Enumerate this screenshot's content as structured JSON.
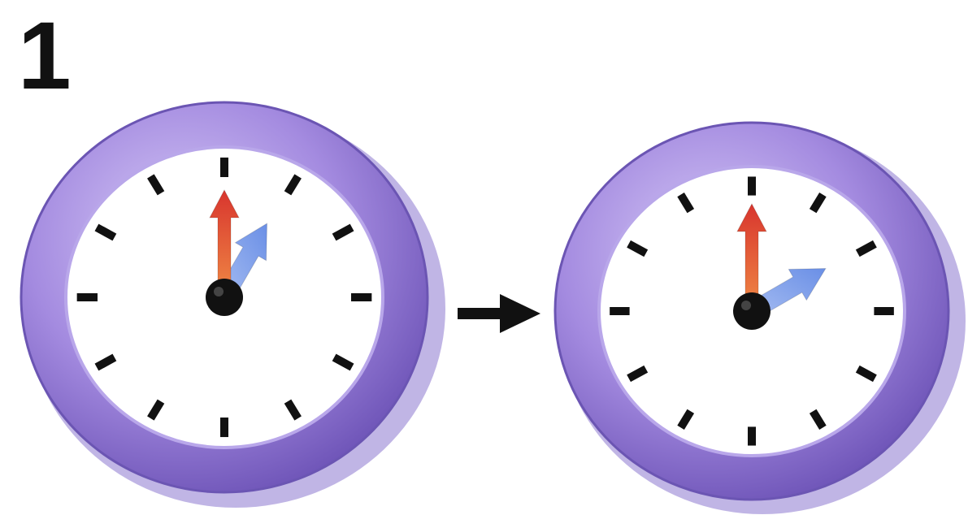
{
  "step": {
    "number": "1"
  },
  "colors": {
    "rim": "#9c84dc",
    "rim_dark": "#7258bd",
    "rim_light": "#c9b8f2",
    "face": "#ffffff",
    "tick": "#111111",
    "minute_hand": "#e0533f",
    "hour_hand": "#7fa2ec",
    "hub": "#111111",
    "arrow": "#111111"
  },
  "clocks": [
    {
      "name": "clock-before",
      "hour_hand_angle_deg": 30,
      "minute_hand_angle_deg": 0
    },
    {
      "name": "clock-after",
      "hour_hand_angle_deg": 60,
      "minute_hand_angle_deg": 0
    }
  ],
  "connector": {
    "icon": "right-arrow-icon"
  }
}
